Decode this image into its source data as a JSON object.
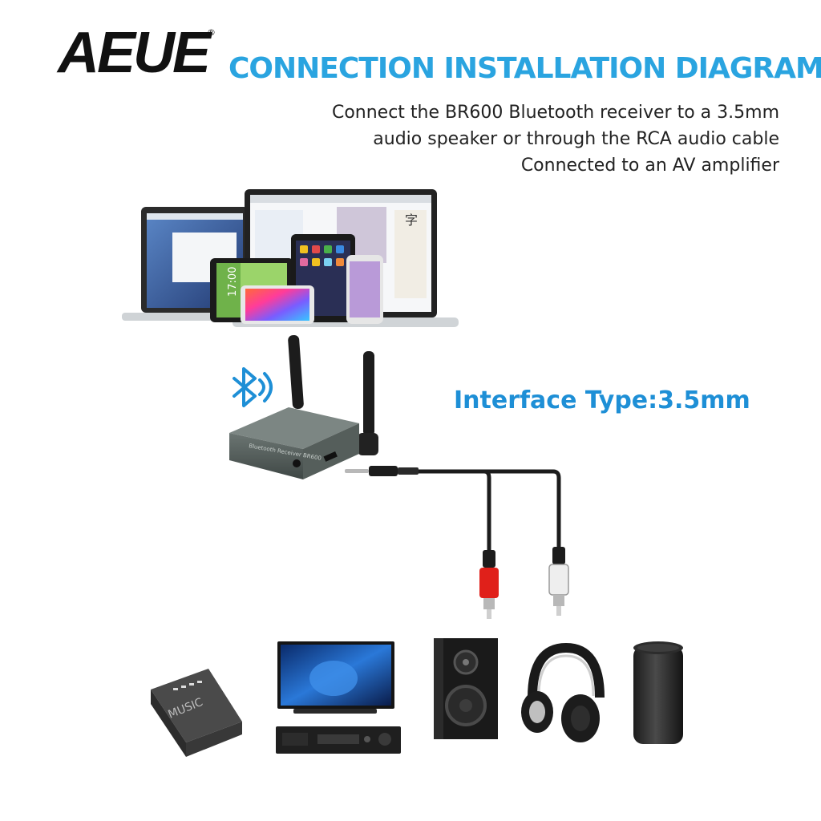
{
  "brand": {
    "name": "AEUE",
    "mark": "®"
  },
  "header": {
    "title": "CONNECTION INSTALLATION DIAGRAM",
    "subtitle_lines": [
      "Connect the BR600 Bluetooth receiver to a 3.5mm",
      "audio speaker or through the RCA audio cable",
      "Connected to an AV amplifier"
    ]
  },
  "interface_label": "Interface Type:3.5mm",
  "device_labels": {
    "receiver_face": "Bluetooth Receiver BR600",
    "phone_time": "17:00",
    "speaker_box": "MUSIC",
    "tablet_glyph": "字"
  },
  "colors": {
    "title": "#2aa4e0",
    "interface": "#1e8fd6",
    "bluetooth": "#1e8fd6",
    "rca_red": "#e0201a",
    "rca_white": "#e8e8e8"
  },
  "icons": [
    "bluetooth-icon",
    "laptop",
    "monitor",
    "tablet",
    "phone",
    "receiver",
    "rca-cable",
    "box-speaker",
    "tv",
    "av-amplifier",
    "bookshelf-speaker",
    "headphones",
    "smart-speaker"
  ]
}
